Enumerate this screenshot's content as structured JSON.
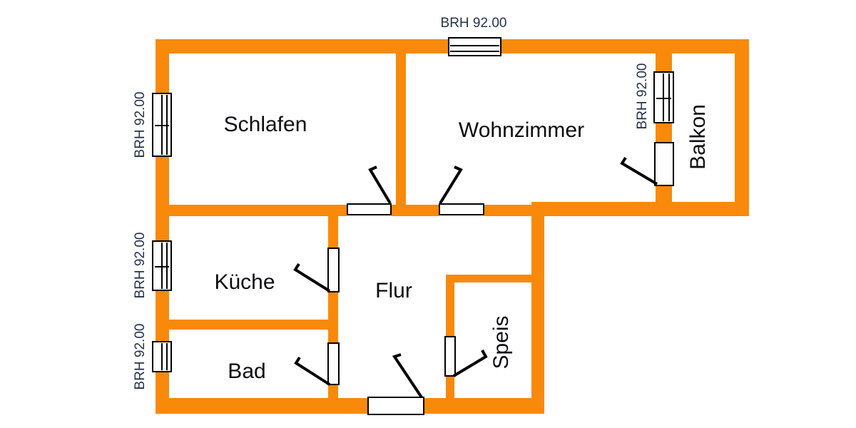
{
  "drawing": {
    "rooms": [
      {
        "id": "schlafen",
        "label": "Schlafen"
      },
      {
        "id": "wohnzimmer",
        "label": "Wohnzimmer"
      },
      {
        "id": "balkon",
        "label": "Balkon"
      },
      {
        "id": "kueche",
        "label": "Küche"
      },
      {
        "id": "flur",
        "label": "Flur"
      },
      {
        "id": "bad",
        "label": "Bad"
      },
      {
        "id": "speis",
        "label": "Speis"
      }
    ],
    "window_labels": [
      {
        "id": "schlafen-window",
        "text": "BRH 92.00"
      },
      {
        "id": "kueche-window",
        "text": "BRH 92.00"
      },
      {
        "id": "bad-window",
        "text": "BRH 92.00"
      },
      {
        "id": "top-window",
        "text": "BRH 92.00"
      },
      {
        "id": "balkon-window",
        "text": "BRH 92.00"
      }
    ]
  },
  "colors": {
    "wall": "#F9890B",
    "room-text": "#0b0b12",
    "dim-text": "#26334d"
  }
}
